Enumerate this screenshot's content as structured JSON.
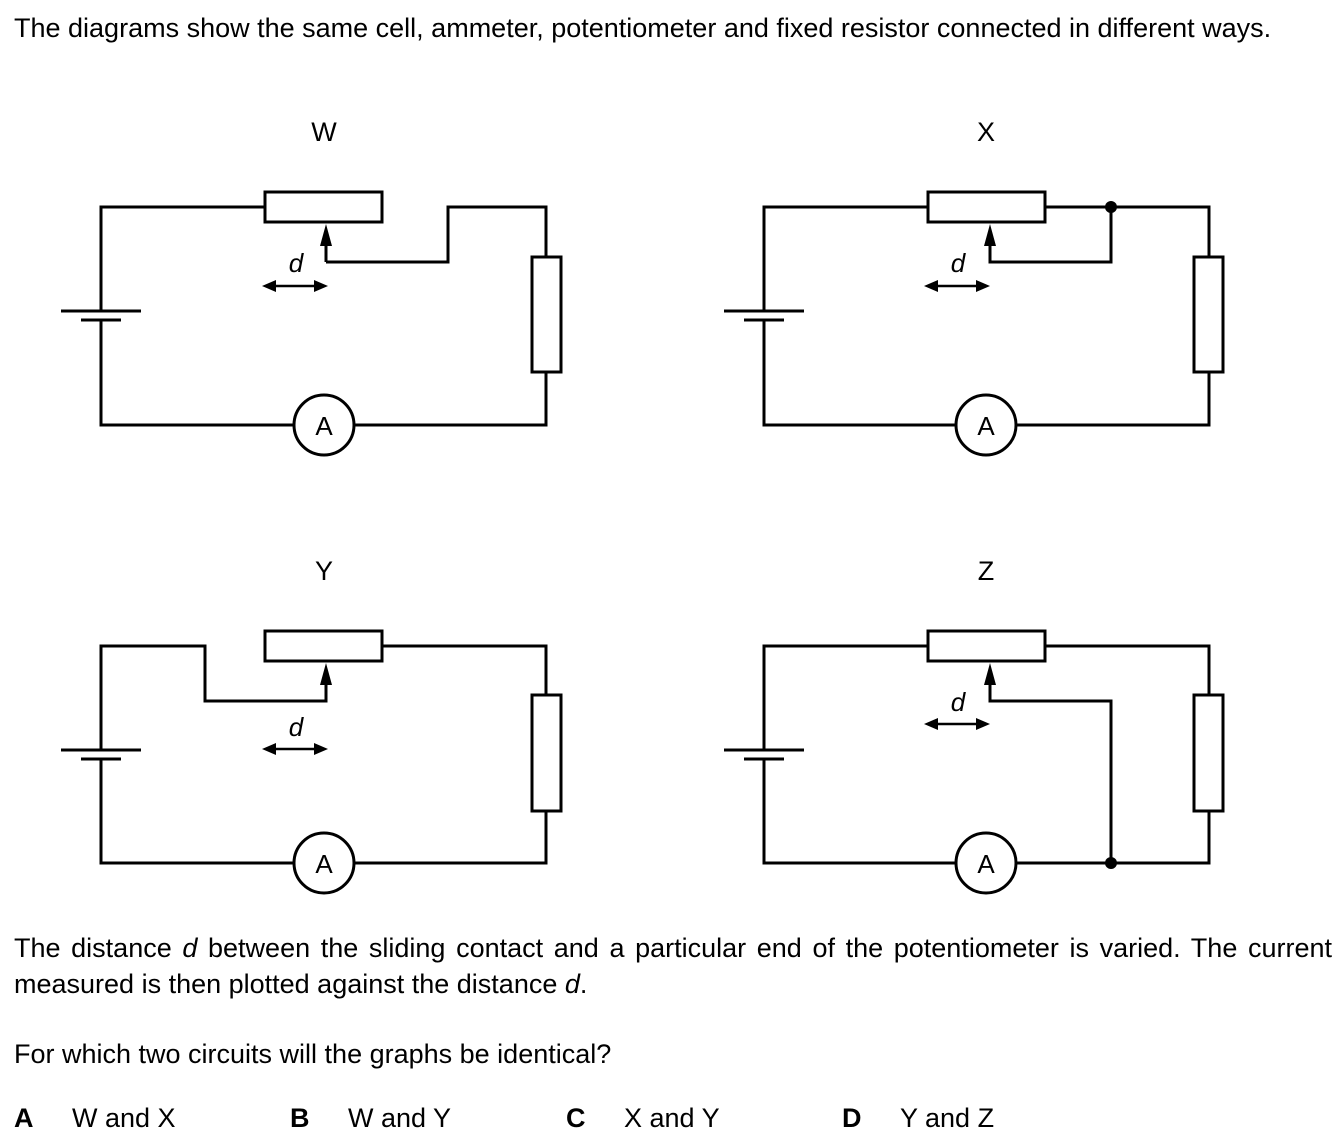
{
  "question": {
    "intro": "The diagrams show the same cell, ammeter, potentiometer and fixed resistor connected in different ways.",
    "para2_part1": "The distance ",
    "para2_italic1": "d",
    "para2_part2": " between the sliding contact and a particular end of the potentiometer is varied. The current measured is then plotted against the distance ",
    "para2_italic2": "d",
    "para2_part3": ".",
    "prompt": "For which two circuits will the graphs be identical?"
  },
  "circuits": [
    {
      "label": "W",
      "meter_label": "A",
      "distance_label": "d"
    },
    {
      "label": "X",
      "meter_label": "A",
      "distance_label": "d"
    },
    {
      "label": "Y",
      "meter_label": "A",
      "distance_label": "d"
    },
    {
      "label": "Z",
      "meter_label": "A",
      "distance_label": "d"
    }
  ],
  "options": [
    {
      "letter": "A",
      "text": "W and X"
    },
    {
      "letter": "B",
      "text": "W and Y"
    },
    {
      "letter": "C",
      "text": "X and Y"
    },
    {
      "letter": "D",
      "text": "Y and Z"
    }
  ]
}
